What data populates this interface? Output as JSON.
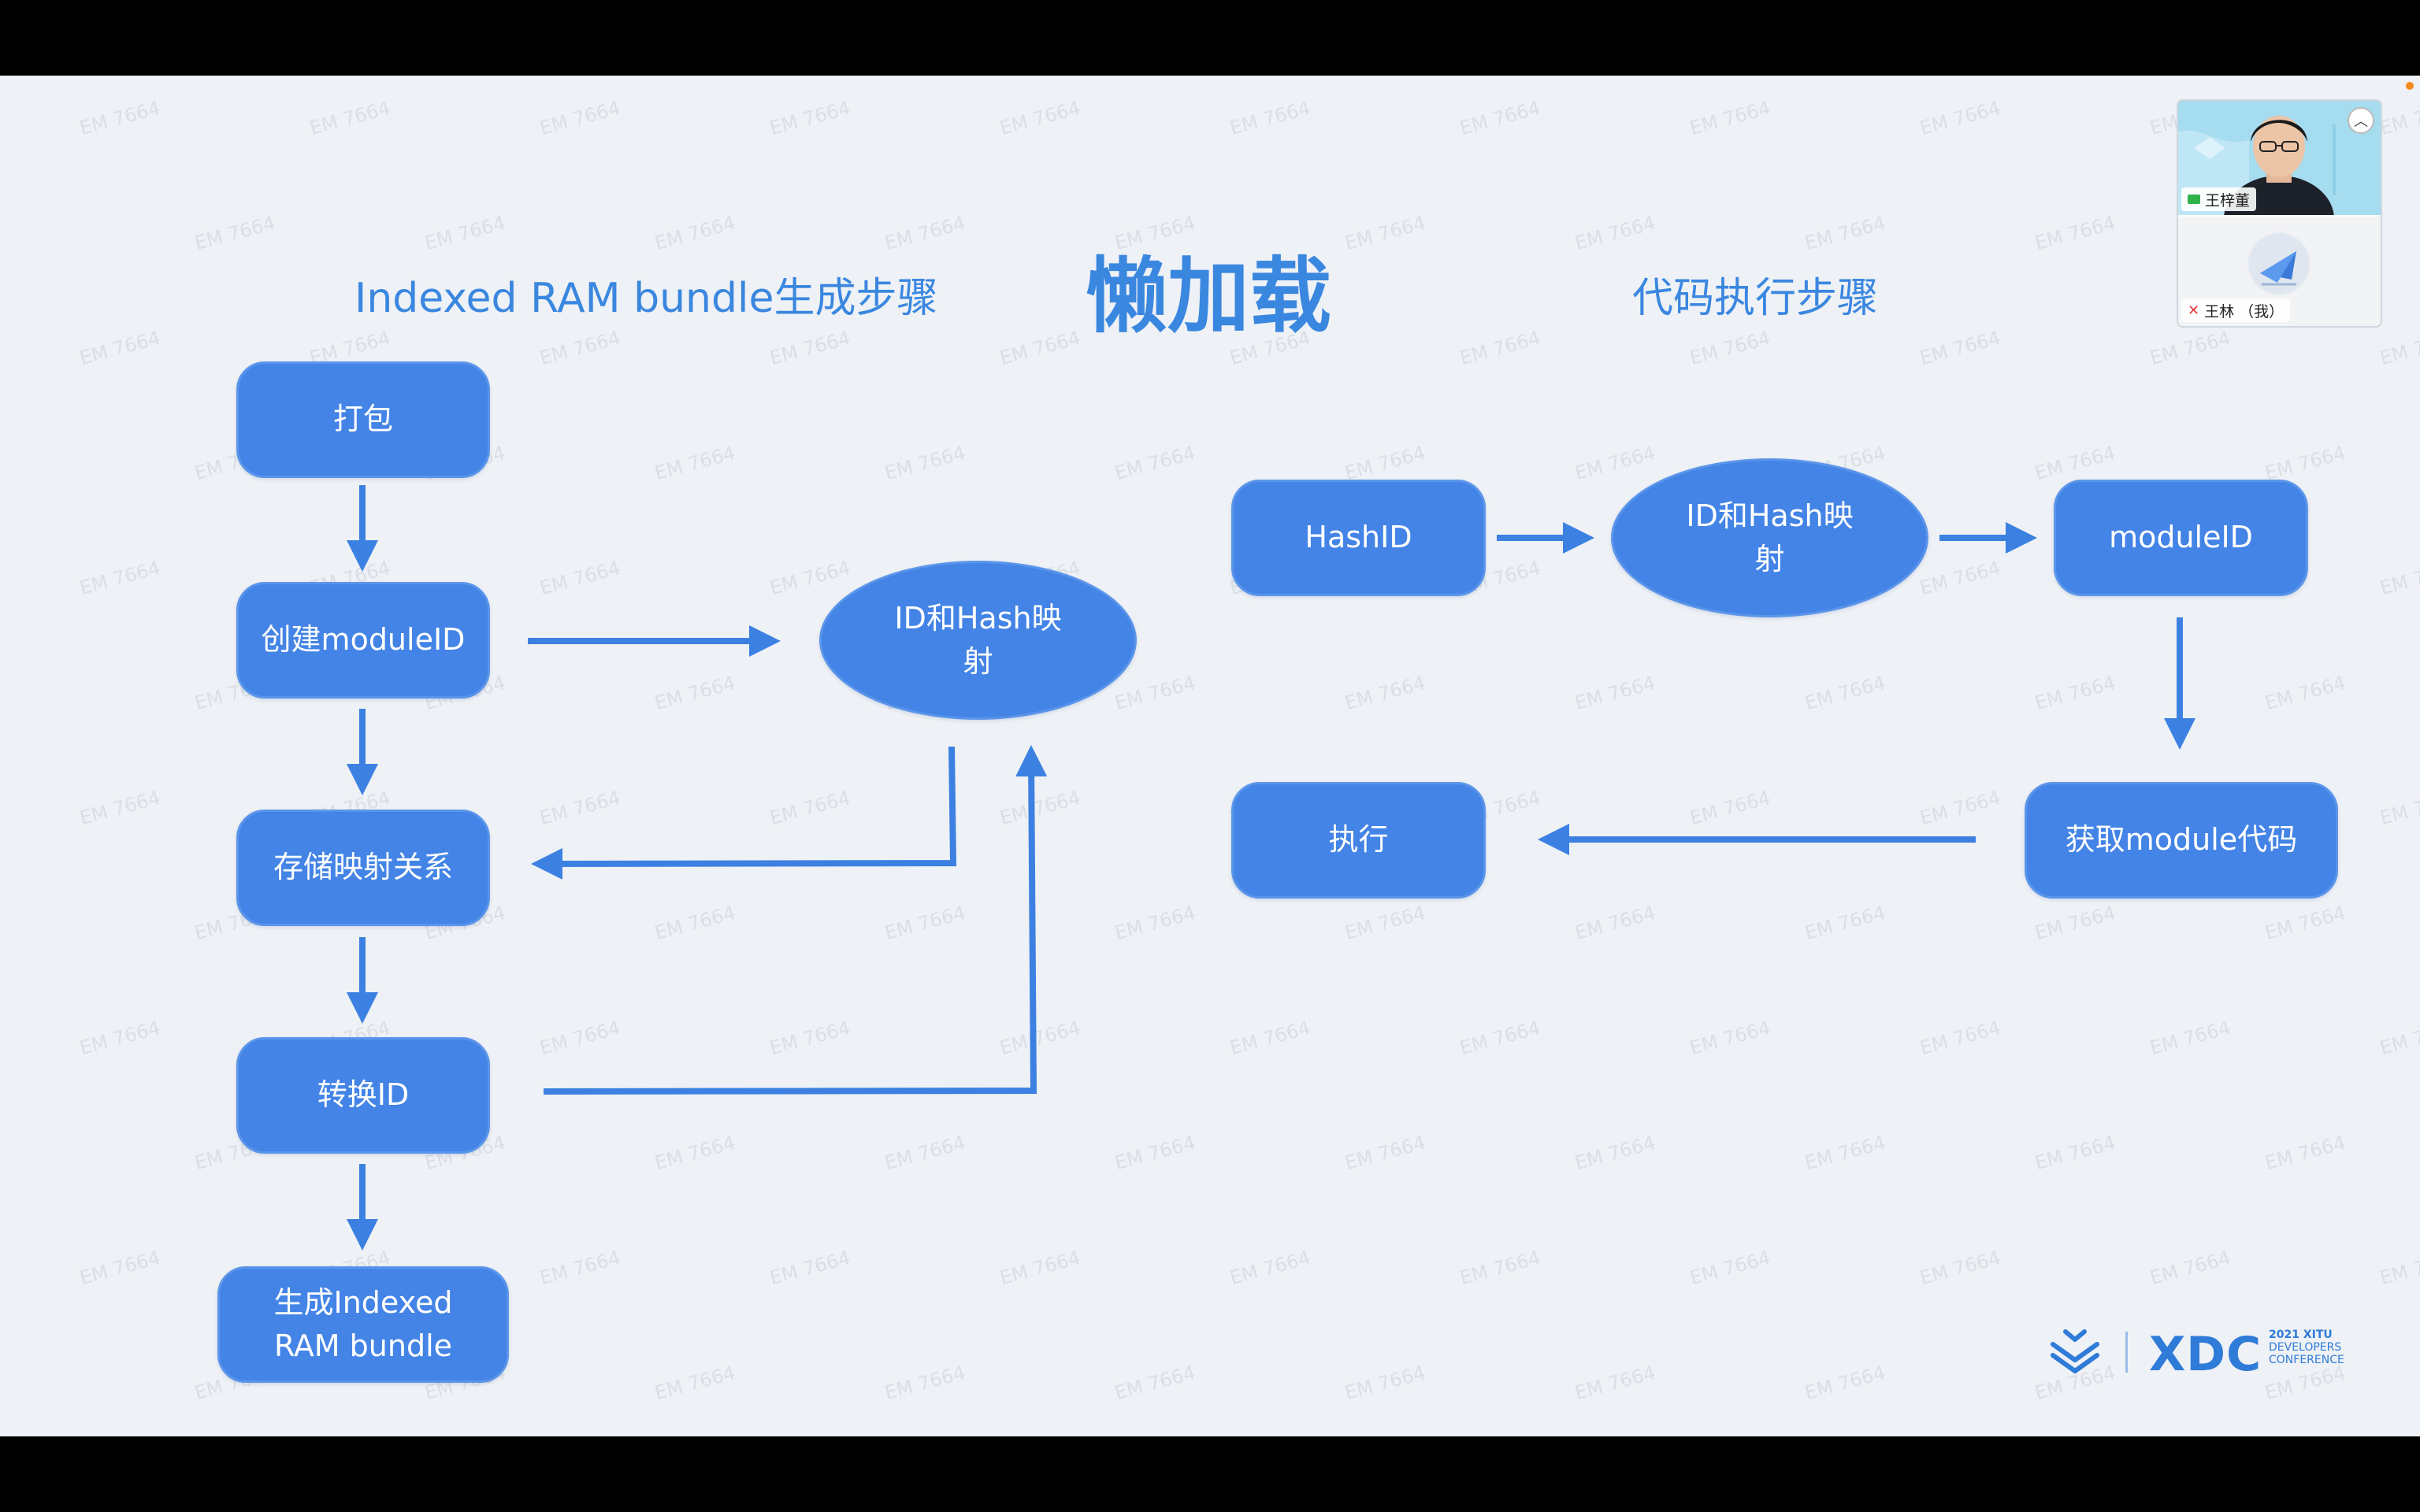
{
  "slide": {
    "main_title": "懒加载",
    "left_section_title": "Indexed RAM bundle生成步骤",
    "right_section_title": "代码执行步骤",
    "watermark": "EM 7664"
  },
  "left_flow": {
    "pack": "打包",
    "create_module_id": "创建moduleID",
    "store_mapping": "存储映射关系",
    "convert_id": "转换ID",
    "generate_line1": "生成Indexed",
    "generate_line2": "RAM bundle",
    "mapping_line1": "ID和Hash映",
    "mapping_line2": "射"
  },
  "right_flow": {
    "hash_id": "HashID",
    "mapping_line1": "ID和Hash映",
    "mapping_line2": "射",
    "module_id": "moduleID",
    "get_code": "获取module代码",
    "execute": "执行"
  },
  "video_panel": {
    "participant1": "王梓董",
    "participant2": "王林 （我）",
    "collapse_icon": "chevron-up-icon",
    "mic_muted_icon": "mic-muted-icon",
    "screen_share_icon": "screen-share-icon"
  },
  "logo": {
    "text": "XDC",
    "sub1": "2021 XITU",
    "sub2": "DEVELOPERS",
    "sub3": "CONFERENCE"
  },
  "colors": {
    "accent": "#4384e6",
    "title": "#3a87e0",
    "background": "#eef1f5"
  }
}
